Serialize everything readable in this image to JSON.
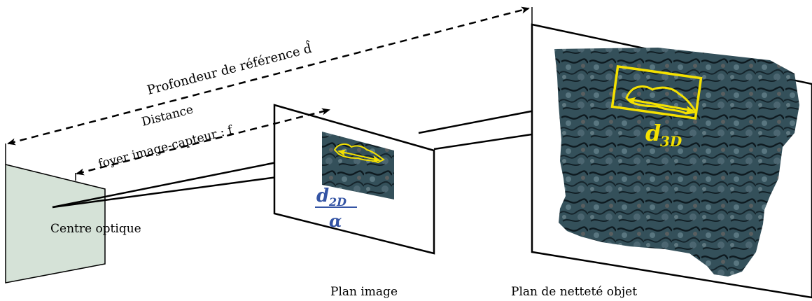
{
  "labels": {
    "reference_depth": "Profondeur de référence d̂",
    "distance_line1": "Distance",
    "distance_line2": "foyer image-capteur : f",
    "optical_center": "Centre optique",
    "image_plane": "Plan image",
    "object_plane": "Plan de netteté objet",
    "d2d_num": "d",
    "d2d_sub": "2D",
    "d2d_den": "α",
    "d3d": "d",
    "d3d_sub": "3D"
  },
  "colors": {
    "camera_fill": "#d5e2d7",
    "yellow": "#f5e100",
    "blue": "#3454a4",
    "texture_dark": "#1d2d35",
    "texture_mid": "#43606b"
  }
}
